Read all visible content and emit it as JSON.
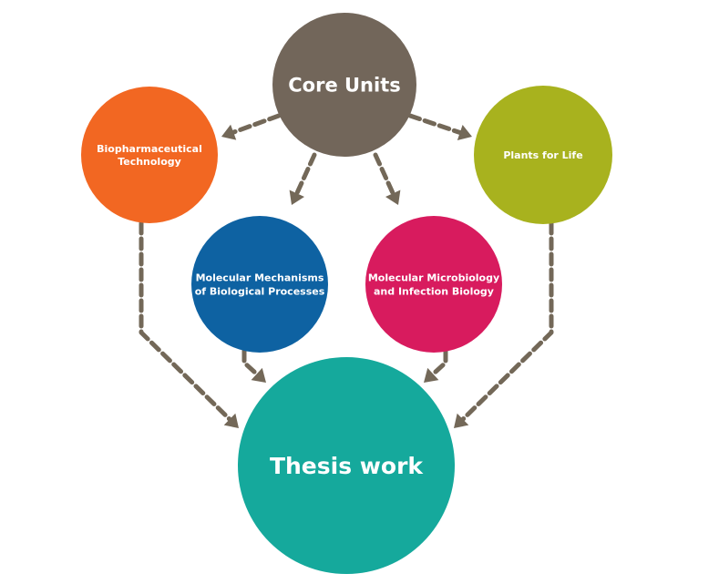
{
  "nodes": [
    {
      "id": "core",
      "label_lines": [
        "Core Units"
      ],
      "color": "#72665a"
    },
    {
      "id": "biopharm",
      "label_lines": [
        "Biopharmaceutical",
        "Technology"
      ],
      "color": "#f26722"
    },
    {
      "id": "plants",
      "label_lines": [
        "Plants for Life"
      ],
      "color": "#a8b21e"
    },
    {
      "id": "molmech",
      "label_lines": [
        "Molecular Mechanisms",
        "of Biological Processes"
      ],
      "color": "#0e62a2"
    },
    {
      "id": "molmicro",
      "label_lines": [
        "Molecular Microbiology",
        "and Infection Biology"
      ],
      "color": "#d81b5e"
    },
    {
      "id": "thesis",
      "label_lines": [
        "Thesis work"
      ],
      "color": "#15a99c"
    }
  ],
  "edges": [
    {
      "from": "core",
      "to": "biopharm"
    },
    {
      "from": "core",
      "to": "plants"
    },
    {
      "from": "core",
      "to": "molmech"
    },
    {
      "from": "core",
      "to": "molmicro"
    },
    {
      "from": "biopharm",
      "to": "thesis"
    },
    {
      "from": "plants",
      "to": "thesis"
    },
    {
      "from": "molmech",
      "to": "thesis"
    },
    {
      "from": "molmicro",
      "to": "thesis"
    }
  ],
  "connector_color": "#736858"
}
